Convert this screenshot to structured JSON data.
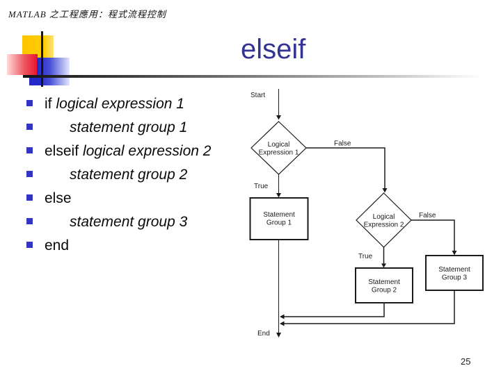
{
  "header": {
    "course_title": "MATLAB 之工程應用：程式流程控制"
  },
  "title": "elseif",
  "page_number": "25",
  "code_list": {
    "items": [
      {
        "keyword": "if",
        "expression": "logical expression 1",
        "indent": false
      },
      {
        "keyword": "",
        "expression": "statement group 1",
        "indent": true
      },
      {
        "keyword": "elseif",
        "expression": "logical expression 2",
        "indent": false
      },
      {
        "keyword": "",
        "expression": "statement group 2",
        "indent": true
      },
      {
        "keyword": "else",
        "expression": "",
        "indent": false
      },
      {
        "keyword": "",
        "expression": "statement group 3",
        "indent": true
      },
      {
        "keyword": "end",
        "expression": "",
        "indent": false
      }
    ]
  },
  "flowchart": {
    "labels": {
      "start": "Start",
      "end": "End",
      "true": "True",
      "false": "False"
    },
    "nodes": {
      "logical_expression_1": {
        "line1": "Logical",
        "line2": "Expression 1"
      },
      "logical_expression_2": {
        "line1": "Logical",
        "line2": "Expression 2"
      },
      "statement_group_1": {
        "line1": "Statement",
        "line2": "Group 1"
      },
      "statement_group_2": {
        "line1": "Statement",
        "line2": "Group 2"
      },
      "statement_group_3": {
        "line1": "Statement",
        "line2": "Group 3"
      }
    }
  },
  "colors": {
    "title_text": "#333392",
    "bullet": "#3333C4",
    "logo_yellow": "#FFCC00",
    "logo_red": "#E8112D",
    "logo_blue": "#2328C8",
    "flowchart_line": "#1A1A1A"
  }
}
